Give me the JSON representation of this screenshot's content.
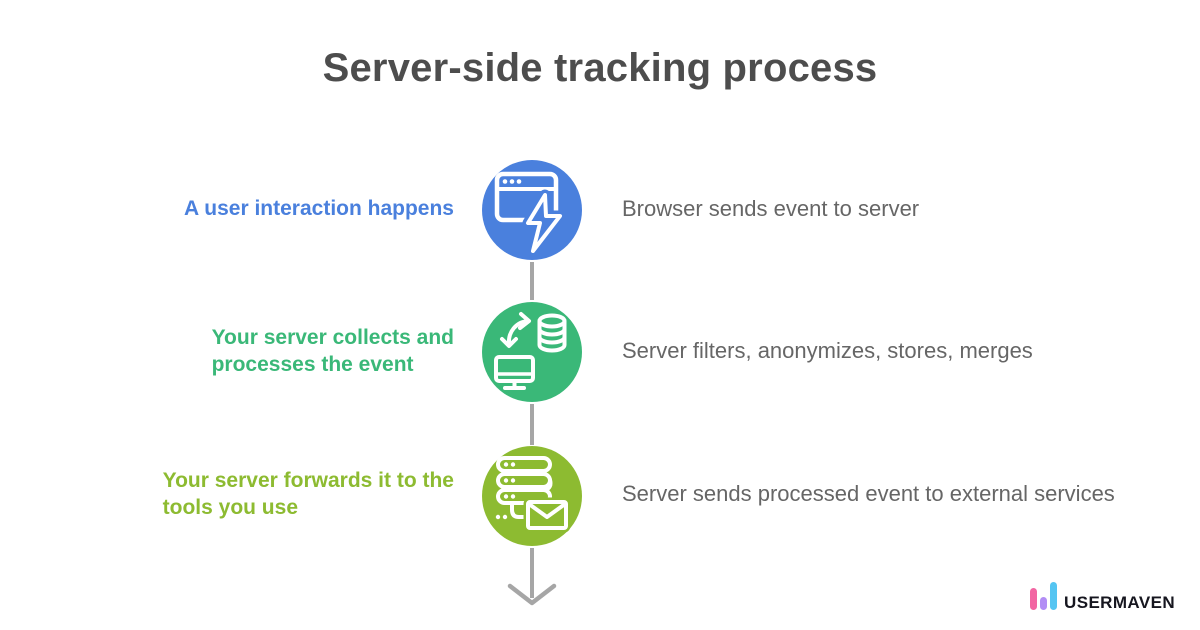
{
  "title": "Server-side tracking process",
  "colors": {
    "title": "#4d4d4d",
    "description": "#666666",
    "connector": "#a6a6a6",
    "background": "#ffffff"
  },
  "steps": [
    {
      "label_lines": [
        "A user interaction happens"
      ],
      "description": "Browser sends event to server",
      "color": "#4a80dd",
      "icon": "browser-lightning-icon"
    },
    {
      "label_lines": [
        "Your server collects and",
        "processes the event"
      ],
      "description": "Server filters, anonymizes, stores, merges",
      "color": "#3ab878",
      "icon": "sync-database-monitor-icon"
    },
    {
      "label_lines": [
        "Your server forwards it to the",
        "tools you use"
      ],
      "description": "Server sends processed event to external services",
      "color": "#8dbb31",
      "icon": "server-mail-icon"
    }
  ],
  "logo": {
    "text": "USERMAVEN",
    "text_color": "#16161f",
    "bar_colors": [
      "#f266a2",
      "#b28df5",
      "#55c5f2"
    ]
  }
}
